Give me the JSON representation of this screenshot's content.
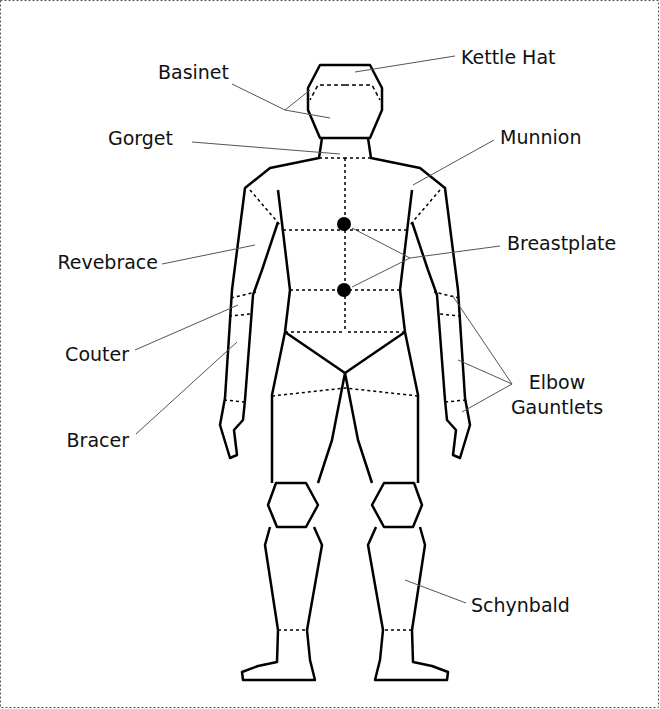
{
  "diagram": {
    "labels": [
      "Kettle Hat",
      "Basinet",
      "Gorget",
      "Munnion",
      "Breastplate",
      "Revebrace",
      "Couter",
      "Elbow Gauntlets",
      "Bracer",
      "Schynbald"
    ]
  }
}
